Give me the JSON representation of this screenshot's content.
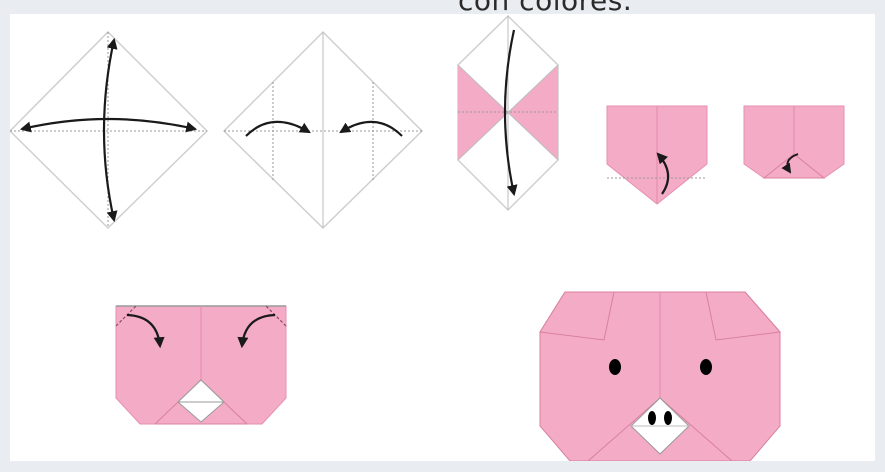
{
  "caption": {
    "text": "con colores."
  },
  "colors": {
    "paper_pink": "#f4abc6",
    "paper_pink_dark": "#ef9dbb",
    "fold_line": "#9a9a9a",
    "outline": "#cfcfcf",
    "arrow": "#1a1a1a",
    "background": "#e9ecf1"
  },
  "steps": [
    {
      "name": "step-1-diagonal-creases",
      "arrows": [
        "arrow-left-right",
        "arrow-up-down"
      ]
    },
    {
      "name": "step-2-fold-sides-to-center",
      "arrows": [
        "curved-arrow-left",
        "curved-arrow-right"
      ]
    },
    {
      "name": "step-3-fold-in-half",
      "arrows": [
        "long-curved-arrow-down"
      ]
    },
    {
      "name": "step-4-fold-tip-up",
      "arrows": [
        "curved-arrow-up"
      ]
    },
    {
      "name": "step-5-tip-folded",
      "arrows": [
        "small-curved-arrow"
      ]
    },
    {
      "name": "step-6-fold-top-corners",
      "arrows": [
        "corner-arrow-left",
        "corner-arrow-right"
      ]
    },
    {
      "name": "step-7-finished-pig-face",
      "arrows": []
    }
  ]
}
